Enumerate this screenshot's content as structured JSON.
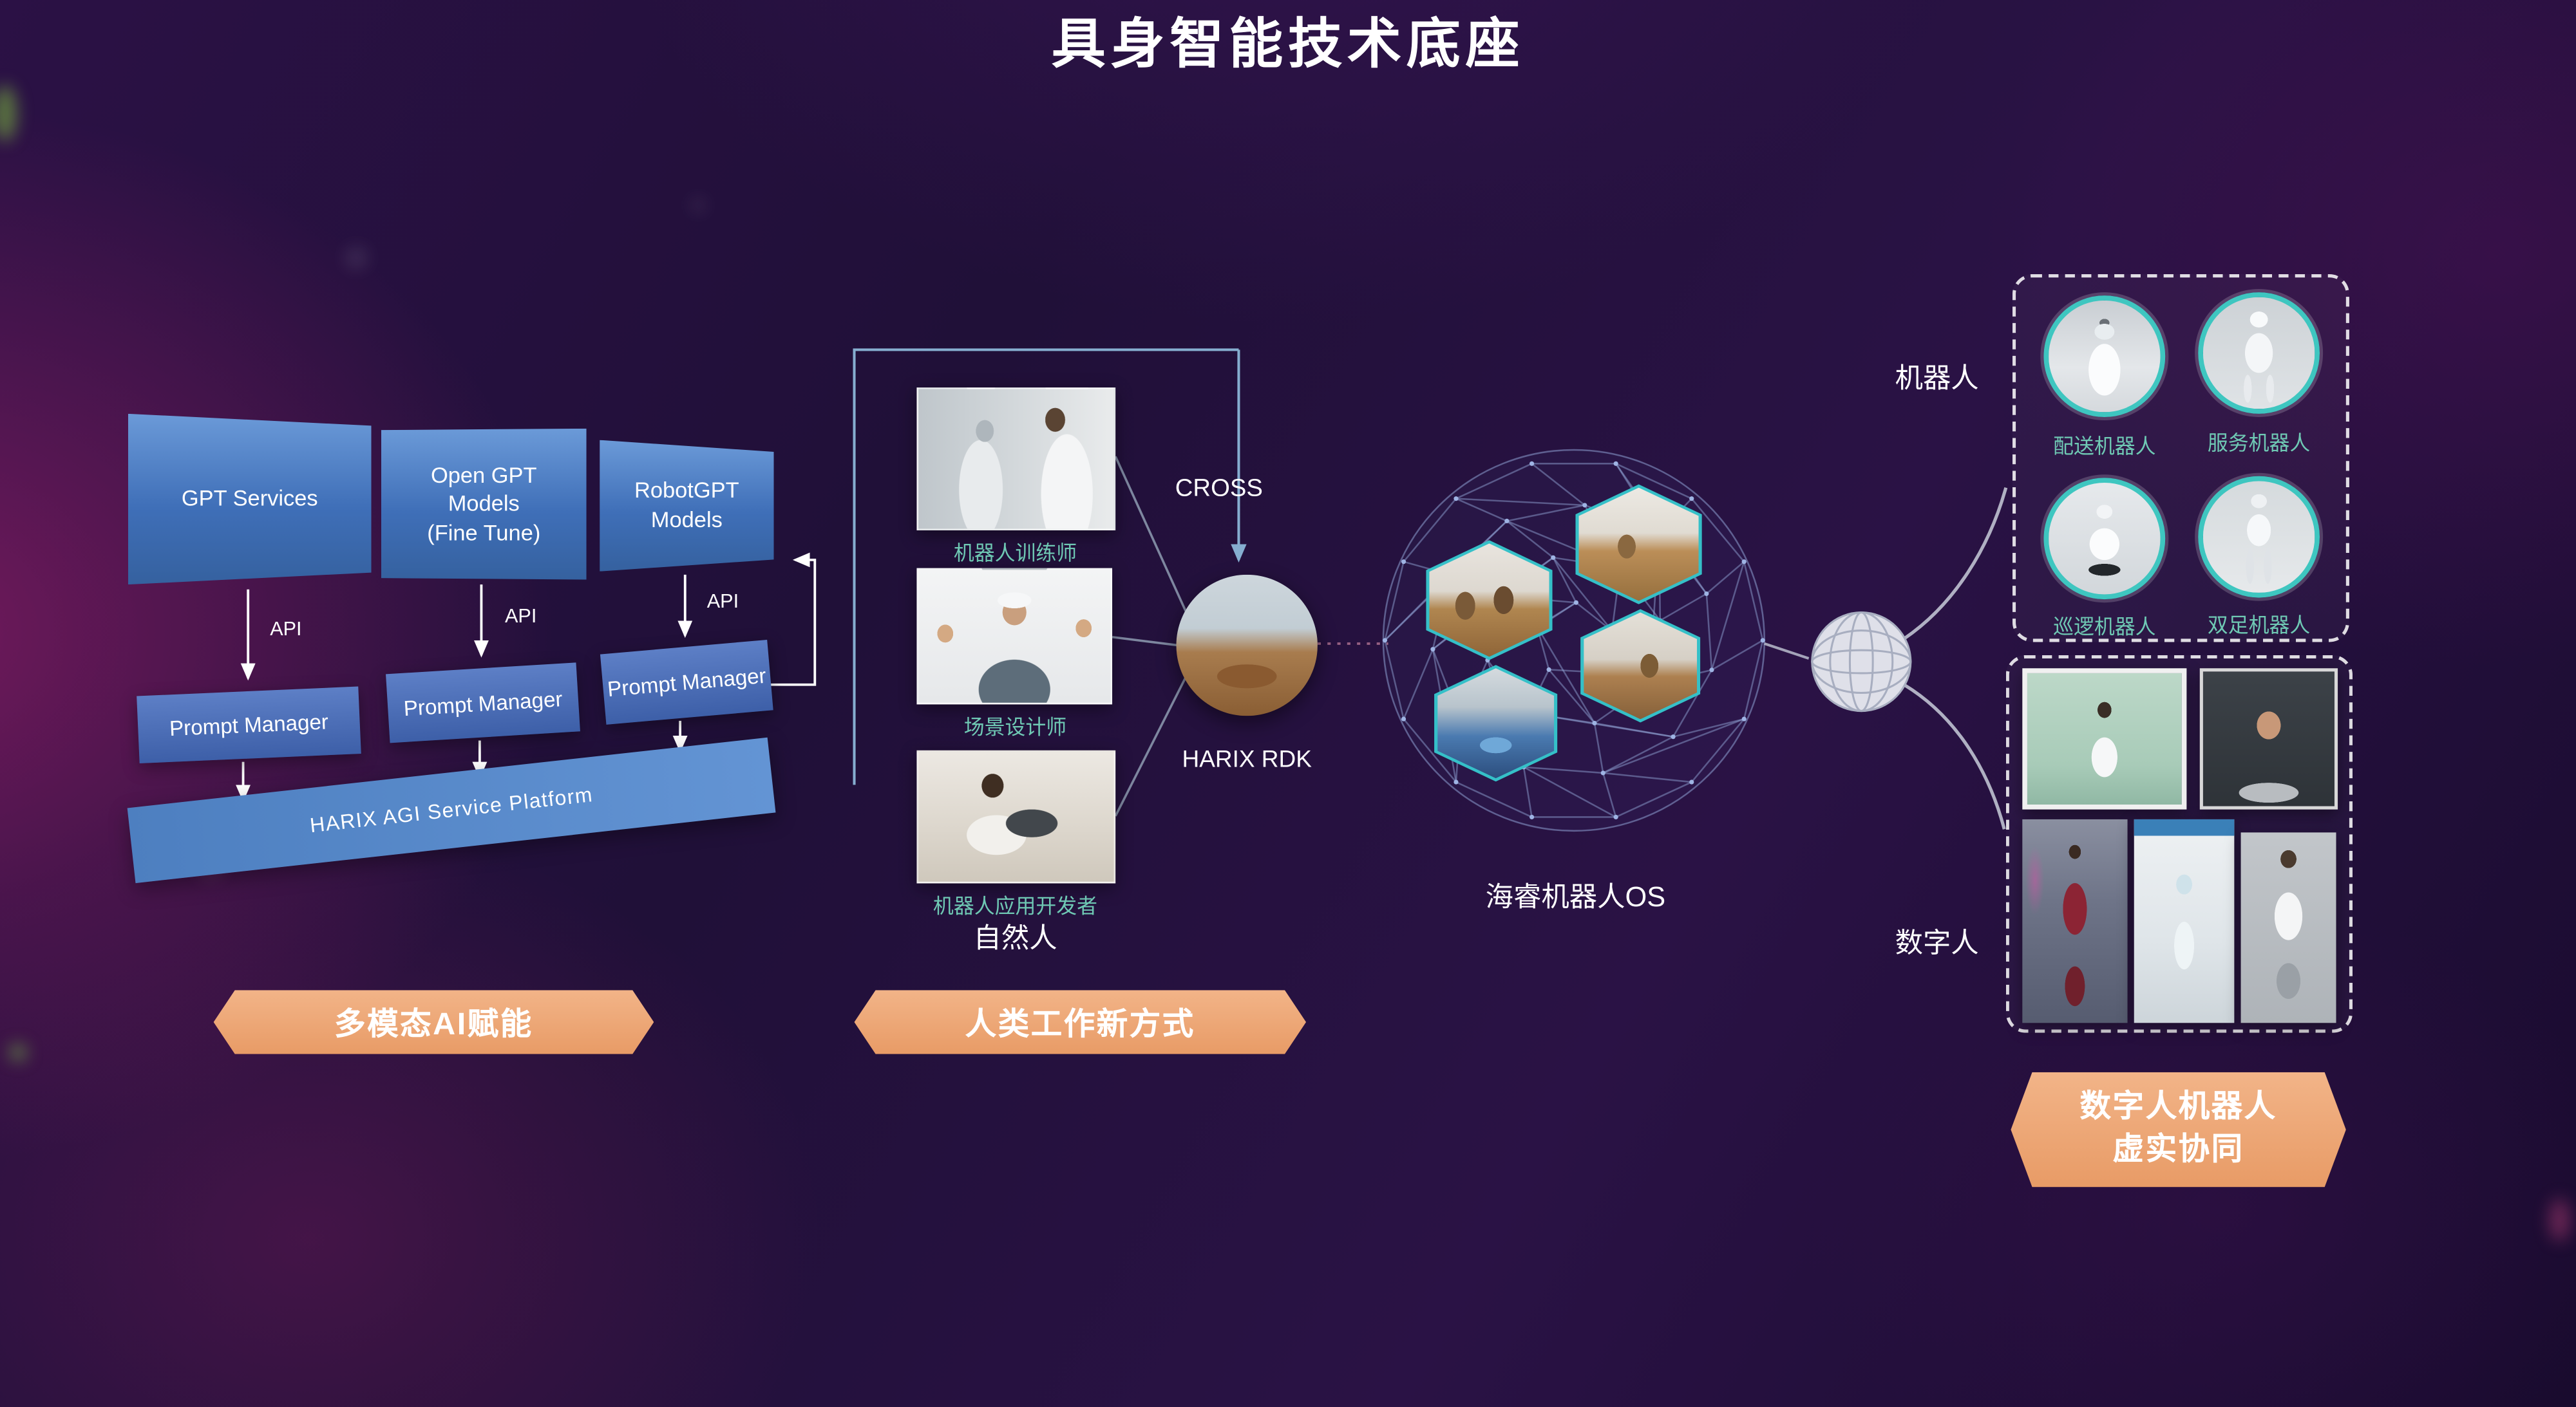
{
  "title": "具身智能技术底座",
  "left": {
    "gpt_boxes": [
      {
        "lines": [
          "GPT Services"
        ]
      },
      {
        "lines": [
          "Open GPT",
          "Models",
          "(Fine Tune)"
        ]
      },
      {
        "lines": [
          "RobotGPT",
          "Models"
        ]
      }
    ],
    "api_label": "API",
    "prompt_managers": [
      "Prompt Manager",
      "Prompt Manager",
      "Prompt Manager"
    ],
    "platform": "HARIX AGI Service Platform",
    "banner": "多模态AI赋能"
  },
  "middle": {
    "workers": [
      {
        "caption": "机器人训练师"
      },
      {
        "caption": "场景设计师"
      },
      {
        "caption": "机器人应用开发者"
      }
    ],
    "natural_person": "自然人",
    "cross": "CROSS",
    "rdk": "HARIX RDK",
    "banner": "人类工作新方式"
  },
  "os": {
    "label": "海睿机器人OS"
  },
  "right": {
    "robots_label": "机器人",
    "robots": [
      {
        "caption": "配送机器人"
      },
      {
        "caption": "服务机器人"
      },
      {
        "caption": "巡逻机器人"
      },
      {
        "caption": "双足机器人"
      }
    ],
    "digital_label": "数字人",
    "banner_line1": "数字人机器人",
    "banner_line2": "虚实协同"
  }
}
